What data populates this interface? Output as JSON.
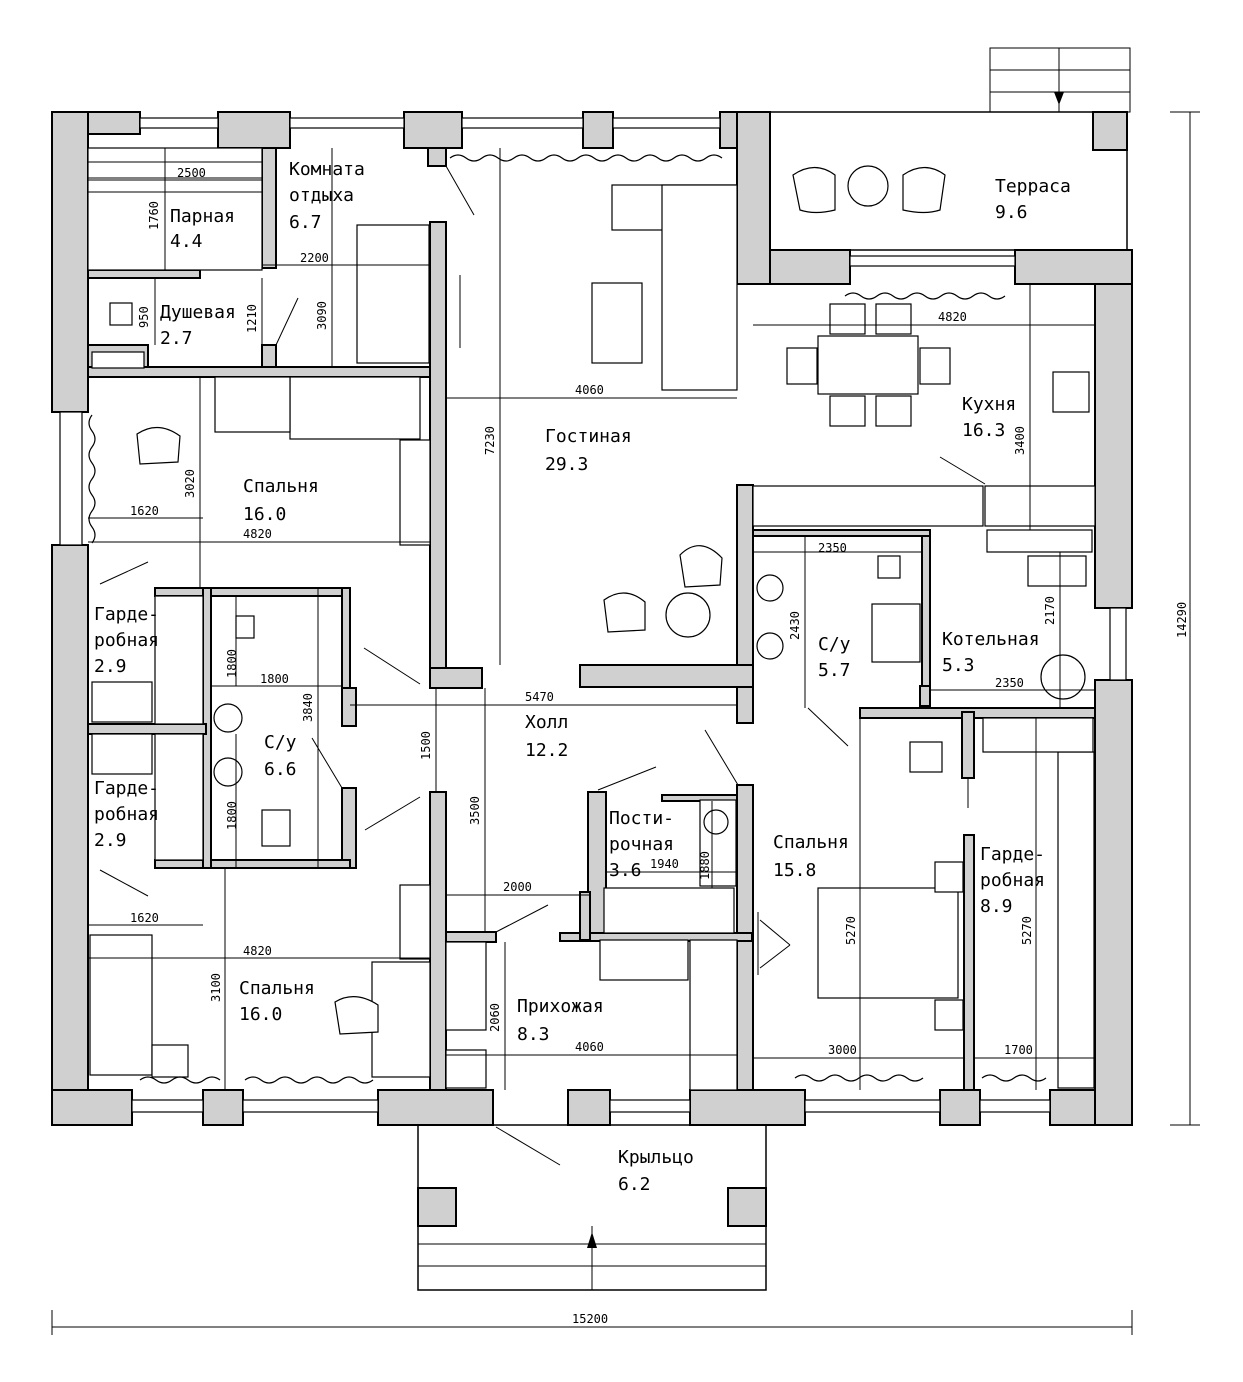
{
  "rooms": {
    "parnaya": {
      "name": "Парная",
      "area": "4.4"
    },
    "rest": {
      "name1": "Комната",
      "name2": "отдыха",
      "area": "6.7"
    },
    "shower": {
      "name": "Душевая",
      "area": "2.7"
    },
    "terrace": {
      "name": "Терраса",
      "area": "9.6"
    },
    "living": {
      "name": "Гостиная",
      "area": "29.3"
    },
    "kitchen": {
      "name": "Кухня",
      "area": "16.3"
    },
    "bed1": {
      "name": "Спальня",
      "area": "16.0"
    },
    "ward1": {
      "name1": "Гарде-",
      "name2": "робная",
      "area": "2.9"
    },
    "ward2": {
      "name1": "Гарде-",
      "name2": "робная",
      "area": "2.9"
    },
    "wc1": {
      "name": "С/у",
      "area": "6.6"
    },
    "wc2": {
      "name": "С/у",
      "area": "5.7"
    },
    "boiler": {
      "name": "Котельная",
      "area": "5.3"
    },
    "hall": {
      "name": "Холл",
      "area": "12.2"
    },
    "laundry": {
      "name1": "Пости-",
      "name2": "рочная",
      "area": "3.6"
    },
    "bed2": {
      "name": "Спальня",
      "area": "15.8"
    },
    "ward3": {
      "name1": "Гарде-",
      "name2": "робная",
      "area": "8.9"
    },
    "bed3": {
      "name": "Спальня",
      "area": "16.0"
    },
    "entry": {
      "name": "Прихожая",
      "area": "8.3"
    },
    "porch": {
      "name": "Крыльцо",
      "area": "6.2"
    }
  },
  "dims": {
    "d2500": "2500",
    "d1760": "1760",
    "d2200": "2200",
    "d3090": "3090",
    "d950": "950",
    "d1210": "1210",
    "d4060a": "4060",
    "d4820k": "4820",
    "d7230": "7230",
    "d3400": "3400",
    "d3020": "3020",
    "d1620a": "1620",
    "d4820a": "4820",
    "d2350a": "2350",
    "d2430": "2430",
    "d2170": "2170",
    "d2350b": "2350",
    "d1800a": "1800",
    "d1800b": "1800",
    "d1800c": "1800",
    "d3840": "3840",
    "d5470": "5470",
    "d1500": "1500",
    "d3500": "3500",
    "d1940": "1940",
    "d1880": "1880",
    "d2000": "2000",
    "d1620b": "1620",
    "d4820b": "4820",
    "d3100": "3100",
    "d2060": "2060",
    "d4060b": "4060",
    "d3000": "3000",
    "d1700": "1700",
    "d5270a": "5270",
    "d5270b": "5270",
    "d14290": "14290",
    "d15200": "15200"
  }
}
